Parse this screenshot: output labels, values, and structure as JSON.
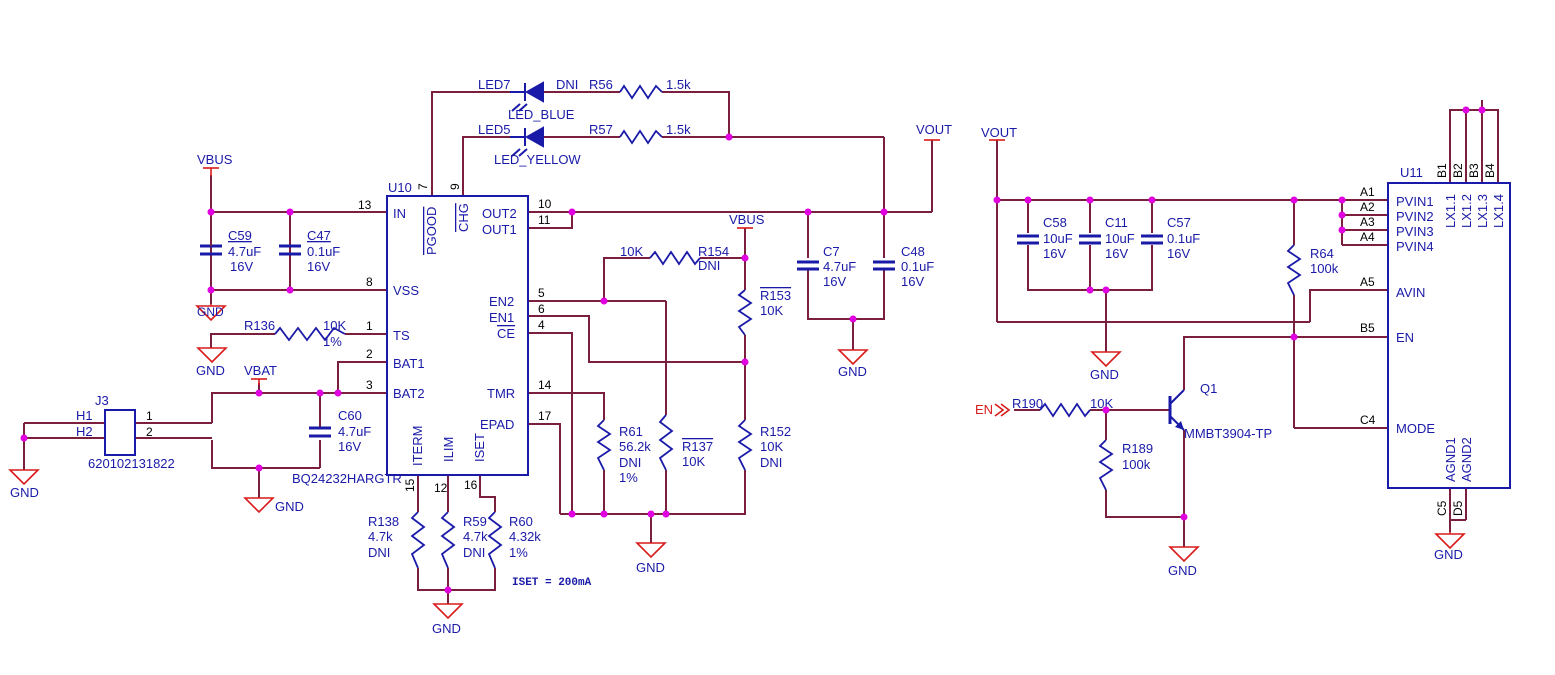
{
  "u10": {
    "ref": "U10",
    "part": "BQ24232HARGTR",
    "pins": {
      "in": "IN",
      "vss": "VSS",
      "ts": "TS",
      "bat1": "BAT1",
      "bat2": "BAT2",
      "pgood": "PGOOD",
      "chg": "CHG",
      "out2": "OUT2",
      "out1": "OUT1",
      "en2": "EN2",
      "en1": "EN1",
      "ce": "CE",
      "tmr": "TMR",
      "epad": "EPAD",
      "iterm": "ITERM",
      "ilim": "ILIM",
      "iset": "ISET"
    },
    "pin_numbers": {
      "p13": "13",
      "p8": "8",
      "p1": "1",
      "p2": "2",
      "p3": "3",
      "p7": "7",
      "p9": "9",
      "p10": "10",
      "p11": "11",
      "p5": "5",
      "p6": "6",
      "p4": "4",
      "p14": "14",
      "p17": "17",
      "p15": "15",
      "p12": "12",
      "p16": "16"
    }
  },
  "u11": {
    "ref": "U11",
    "pins": {
      "pvin1": "PVIN1",
      "pvin2": "PVIN2",
      "pvin3": "PVIN3",
      "pvin4": "PVIN4",
      "avin": "AVIN",
      "en": "EN",
      "mode": "MODE",
      "lx1": "LX1.1",
      "lx2": "LX1.2",
      "lx3": "LX1.3",
      "lx4": "LX1.4",
      "agnd1": "AGND1",
      "agnd2": "AGND2"
    },
    "pin_numbers": {
      "a1": "A1",
      "a2": "A2",
      "a3": "A3",
      "a4": "A4",
      "a5": "A5",
      "b5": "B5",
      "c4": "C4",
      "b1": "B1",
      "b2": "B2",
      "b3": "B3",
      "b4": "B4",
      "c5": "C5",
      "d5": "D5"
    }
  },
  "nets": {
    "vbus": "VBUS",
    "vout": "VOUT",
    "vbat": "VBAT",
    "gnd": "GND",
    "en": "EN"
  },
  "leds": {
    "led7": {
      "ref": "LED7",
      "value": "LED_BLUE"
    },
    "led5": {
      "ref": "LED5",
      "value": "LED_YELLOW"
    }
  },
  "resistors": {
    "r56": {
      "ref": "R56",
      "value": "1.5k",
      "note": "DNI"
    },
    "r57": {
      "ref": "R57",
      "value": "1.5k"
    },
    "r136": {
      "ref": "R136",
      "value": "10K",
      "tol": "1%"
    },
    "r154": {
      "ref": "R154",
      "value": "10K",
      "note": "DNI"
    },
    "r153": {
      "ref": "R153",
      "value": "10K"
    },
    "r61": {
      "ref": "R61",
      "value": "56.2k",
      "note": "DNI",
      "tol": "1%"
    },
    "r137": {
      "ref": "R137",
      "value": "10K"
    },
    "r152": {
      "ref": "R152",
      "value": "10K",
      "note": "DNI"
    },
    "r138": {
      "ref": "R138",
      "value": "4.7k",
      "note": "DNI"
    },
    "r59": {
      "ref": "R59",
      "value": "4.7k",
      "note": "DNI"
    },
    "r60": {
      "ref": "R60",
      "value": "4.32k",
      "tol": "1%"
    },
    "r64": {
      "ref": "R64",
      "value": "100k"
    },
    "r190": {
      "ref": "R190",
      "value": "10K"
    },
    "r189": {
      "ref": "R189",
      "value": "100k"
    }
  },
  "capacitors": {
    "c59": {
      "ref": "C59",
      "value": "4.7uF",
      "volt": "16V"
    },
    "c47": {
      "ref": "C47",
      "value": "0.1uF",
      "volt": "16V"
    },
    "c60": {
      "ref": "C60",
      "value": "4.7uF",
      "volt": "16V"
    },
    "c7": {
      "ref": "C7",
      "value": "4.7uF",
      "volt": "16V"
    },
    "c48": {
      "ref": "C48",
      "value": "0.1uF",
      "volt": "16V"
    },
    "c58": {
      "ref": "C58",
      "value": "10uF",
      "volt": "16V"
    },
    "c11": {
      "ref": "C11",
      "value": "10uF",
      "volt": "16V"
    },
    "c57": {
      "ref": "C57",
      "value": "0.1uF",
      "volt": "16V"
    }
  },
  "j3": {
    "ref": "J3",
    "part": "620102131822",
    "pin1": "1",
    "pin2": "2",
    "h1": "H1",
    "h2": "H2"
  },
  "q1": {
    "ref": "Q1",
    "part": "MMBT3904-TP"
  },
  "notes": {
    "iset": "ISET = 200mA"
  }
}
